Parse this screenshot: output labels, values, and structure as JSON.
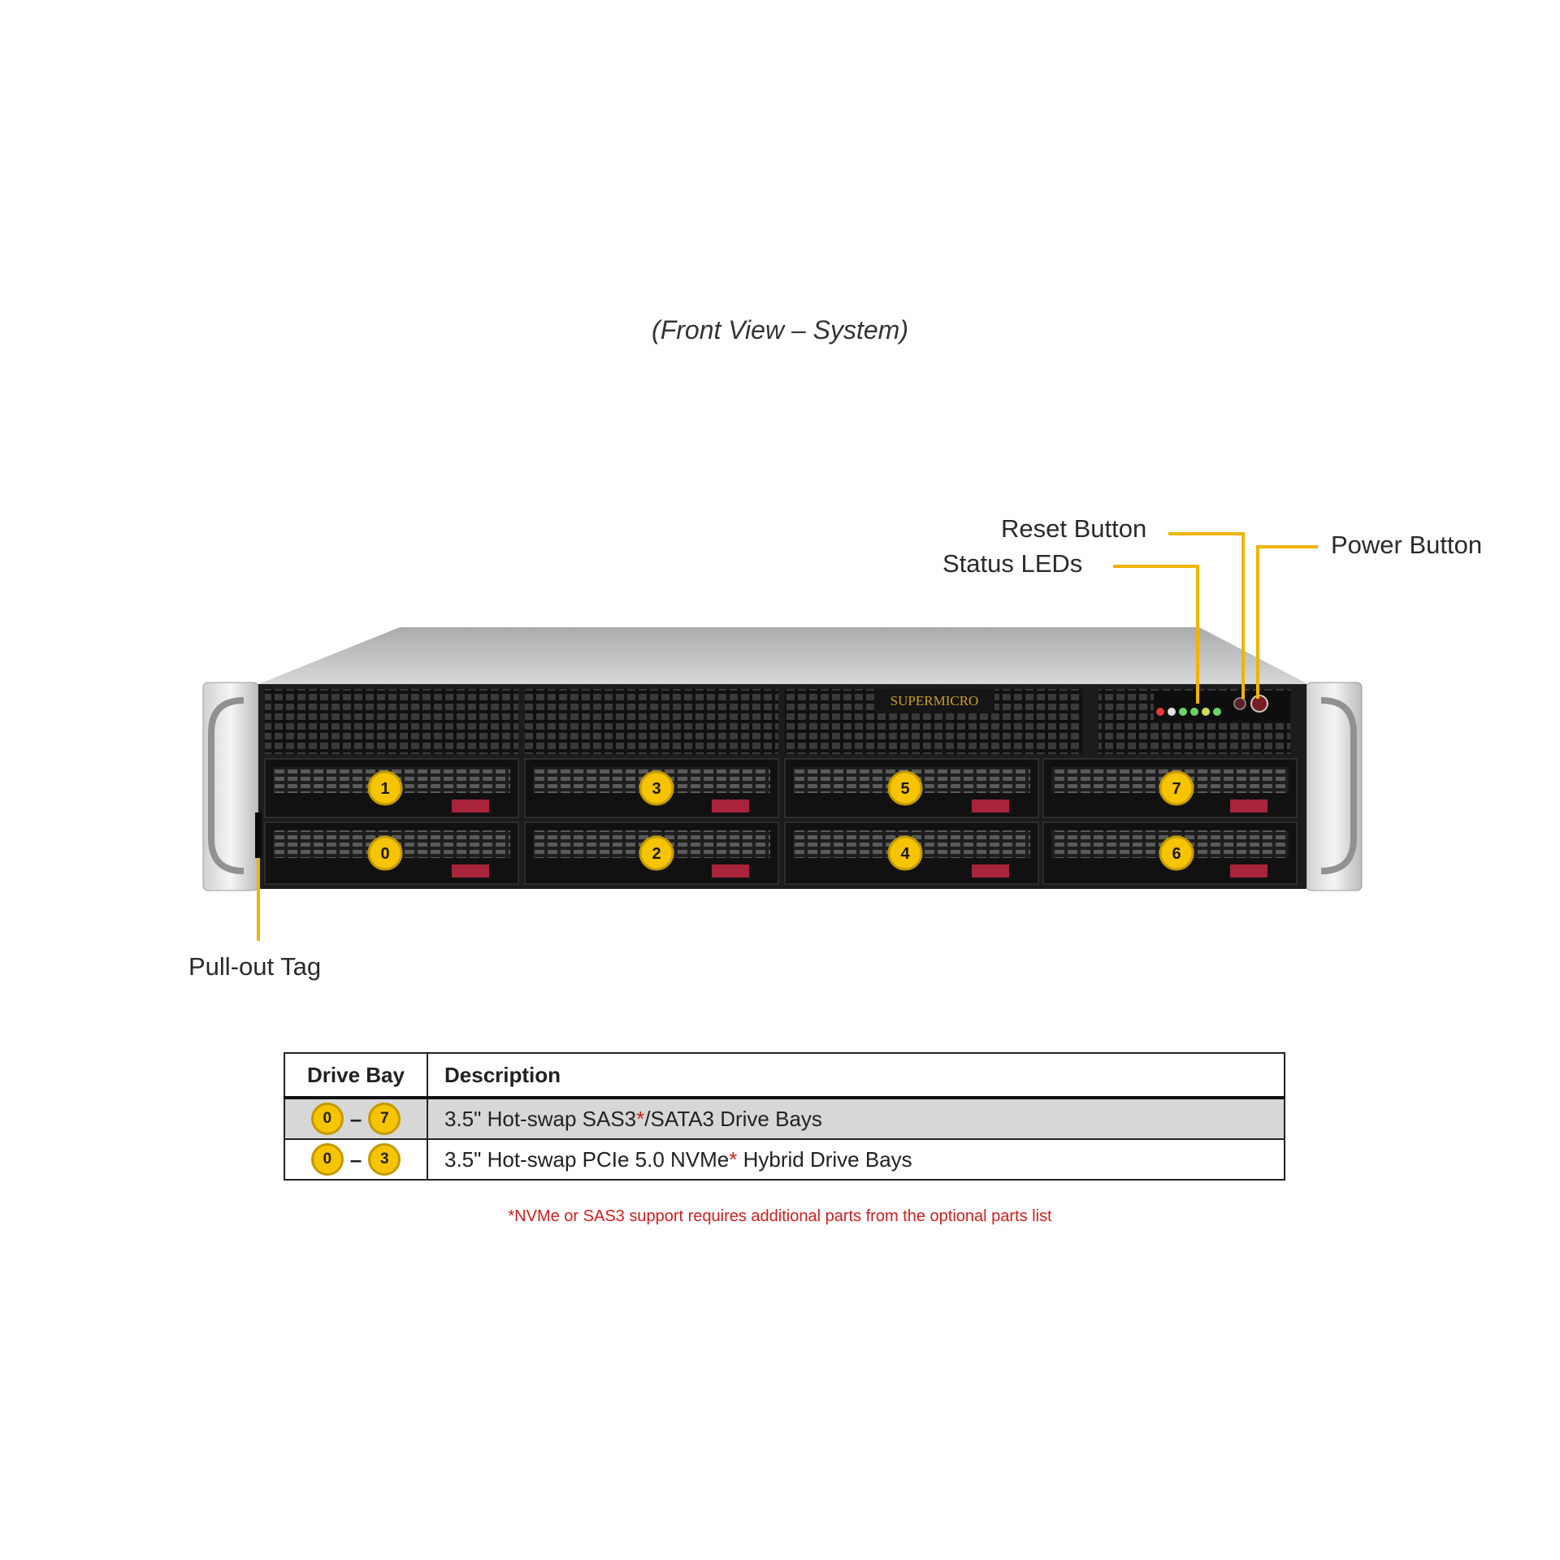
{
  "caption": "(Front View – System)",
  "callouts": {
    "reset_button": "Reset Button",
    "status_leds": "Status LEDs",
    "power_button": "Power Button",
    "pull_out_tag": "Pull-out Tag"
  },
  "brand_logo": "SUPERMICRO",
  "drive_bays": {
    "top_row": [
      "1",
      "3",
      "5",
      "7"
    ],
    "bottom_row": [
      "0",
      "2",
      "4",
      "6"
    ]
  },
  "colors": {
    "callout_line": "#f0b400",
    "badge_fill": "#f6c400",
    "footnote": "#d21e1e",
    "chassis": "#1c1c1c"
  },
  "table": {
    "headers": [
      "Drive Bay",
      "Description"
    ],
    "rows": [
      {
        "from": "0",
        "to": "7",
        "dash": "–",
        "desc_a": "3.5\" Hot-swap SAS3",
        "star": "*",
        "desc_b": "/SATA3 Drive Bays"
      },
      {
        "from": "0",
        "to": "3",
        "dash": "–",
        "desc_a": "3.5\" Hot-swap PCIe 5.0 NVMe",
        "star": "*",
        "desc_b": " Hybrid Drive Bays"
      }
    ]
  },
  "footnote": "*NVMe or SAS3 support requires additional parts from the optional parts list"
}
